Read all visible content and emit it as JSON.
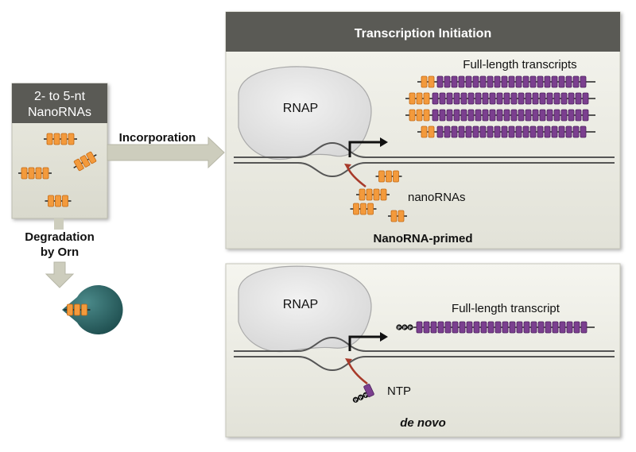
{
  "left_box": {
    "header": [
      "2- to 5-nt",
      "NanoRNAs"
    ],
    "incorporation_label": "Incorporation",
    "degradation_label": [
      "Degradation",
      "by Orn"
    ]
  },
  "top_panel": {
    "title": "Transcription Initiation",
    "rnap_label": "RNAP",
    "transcripts_label": "Full-length transcripts",
    "nanornas_label": "nanoRNAs",
    "caption": "NanoRNA-primed"
  },
  "bottom_panel": {
    "rnap_label": "RNAP",
    "transcript_label": "Full-length transcript",
    "ntp_label": "NTP",
    "ppp_label": "PPP",
    "caption": "de novo"
  },
  "colors": {
    "nano_orange": "#f39a3c",
    "transcript_purple": "#7b3f8f",
    "header_gray": "#5a5a55",
    "panel_bg": "#ecece4",
    "rnap_fill": "#e6e6e6",
    "orn_teal": "#2e6b6c",
    "arrow_red": "#a83a2a"
  }
}
